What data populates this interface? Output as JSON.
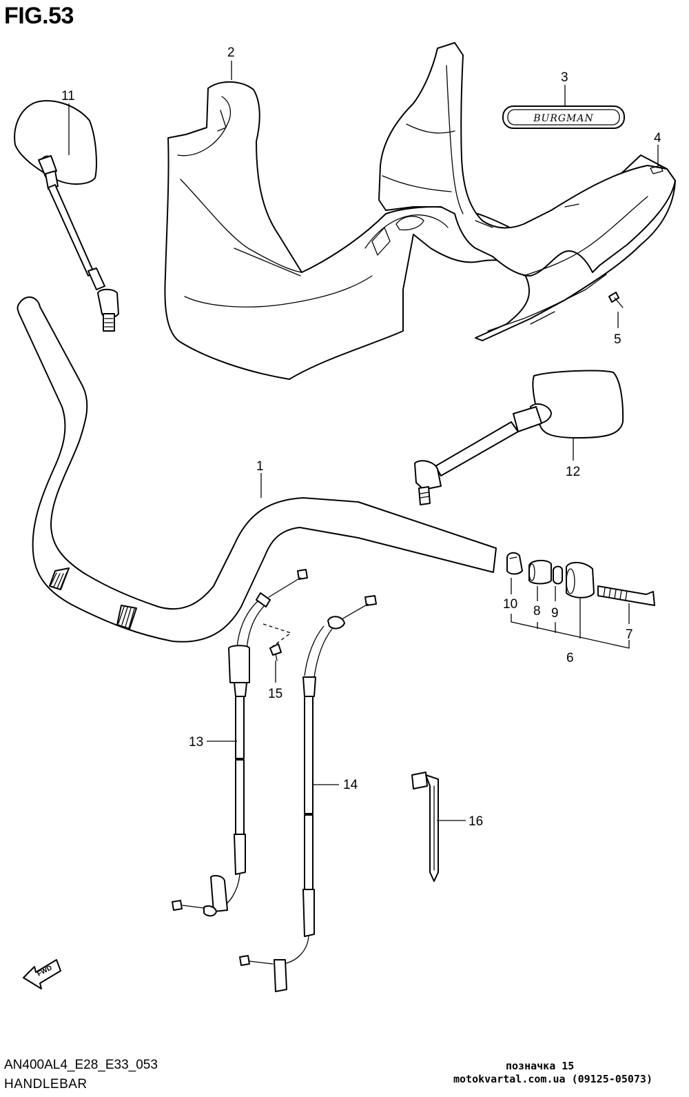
{
  "figure": {
    "title": "FIG.53",
    "model_code": "AN400AL4_E28_E33_053",
    "caption": "HANDLEBAR"
  },
  "emblem_text": "BURGMAN",
  "fwd_text": "FWD",
  "callouts": [
    "1",
    "2",
    "3",
    "4",
    "5",
    "6",
    "7",
    "8",
    "9",
    "10",
    "11",
    "12",
    "13",
    "14",
    "15",
    "16"
  ],
  "watermark": {
    "line1": "позначка 15",
    "line2": "motokvartal.com.ua (09125-05073)"
  }
}
